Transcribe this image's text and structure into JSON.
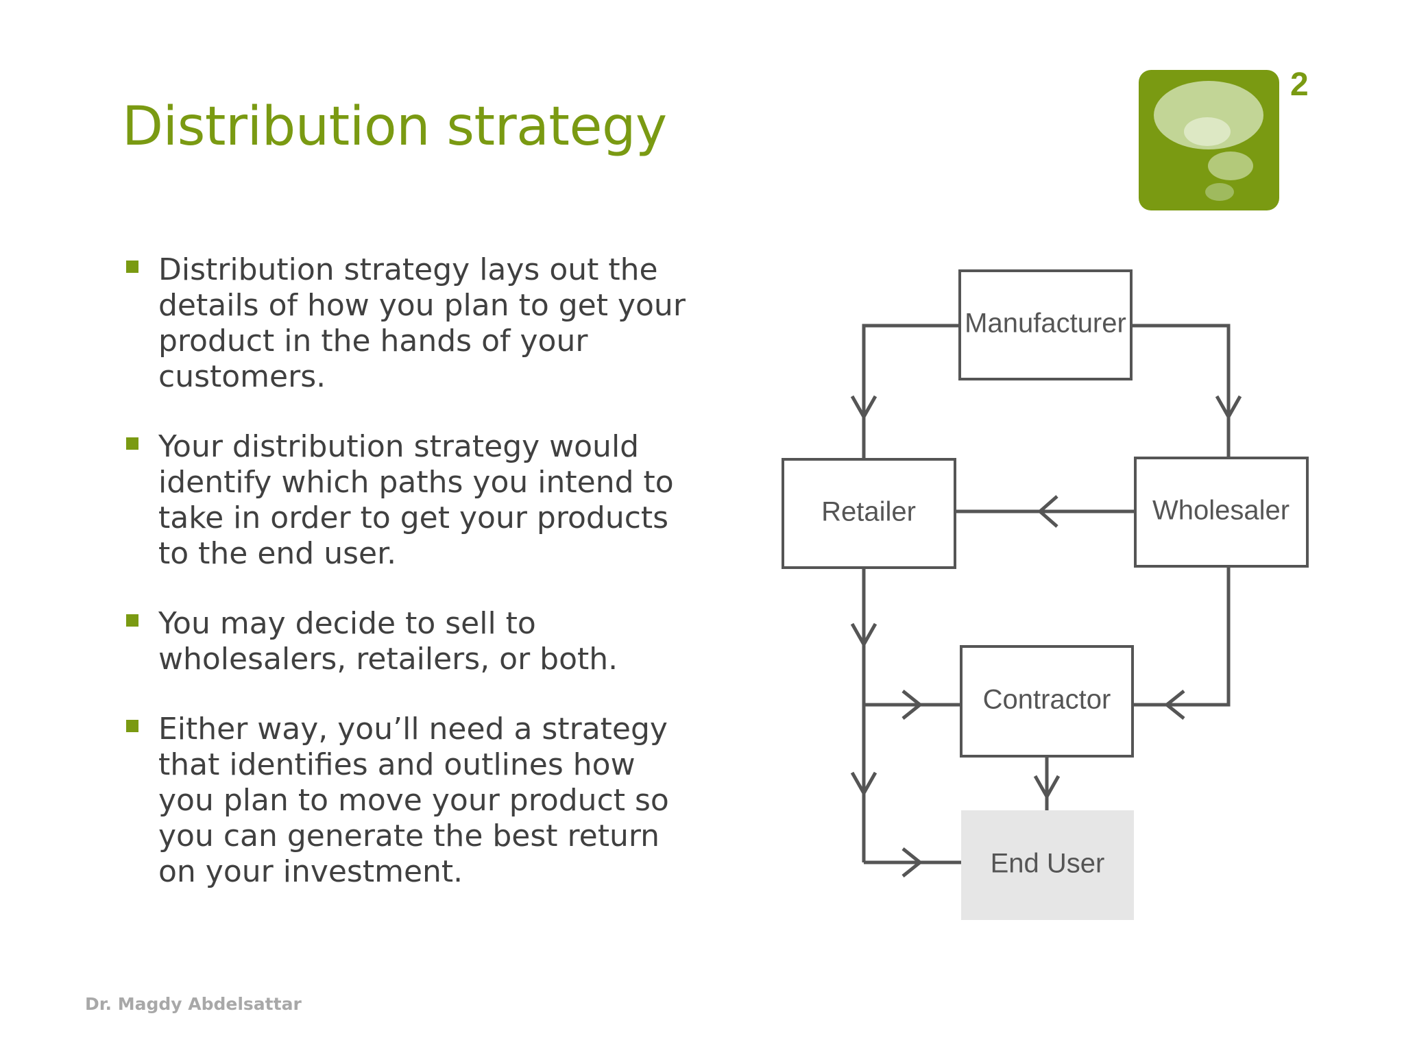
{
  "slide": {
    "title": "Distribution strategy",
    "page_number": "2",
    "footer": "Dr. Magdy Abdelsattar"
  },
  "bullets": [
    "Distribution strategy lays out the details of how you plan to get your product in the hands of your customers.",
    "Your distribution strategy would identify which paths you intend to take in order to get your products to the end user.",
    "You may decide to sell to wholesalers, retailers, or both.",
    "Either way, you’ll need a strategy that identifies and outlines how you plan to move your product so you can generate the best return on your investment."
  ],
  "diagram": {
    "nodes": {
      "manufacturer": "Manufacturer",
      "retailer": "Retailer",
      "wholesaler": "Wholesaler",
      "contractor": "Contractor",
      "end_user": "End User"
    },
    "edges": [
      [
        "Manufacturer",
        "Retailer"
      ],
      [
        "Manufacturer",
        "Wholesaler"
      ],
      [
        "Wholesaler",
        "Retailer"
      ],
      [
        "Retailer",
        "Contractor"
      ],
      [
        "Retailer",
        "End User"
      ],
      [
        "Wholesaler",
        "Contractor"
      ],
      [
        "Contractor",
        "End User"
      ]
    ]
  },
  "colors": {
    "accent_green": "#7a9a12",
    "body_text": "#404040",
    "diagram_line": "#555555",
    "end_user_fill": "#e6e6e6"
  },
  "icons": {
    "logo": "thought-bubble-icon"
  }
}
